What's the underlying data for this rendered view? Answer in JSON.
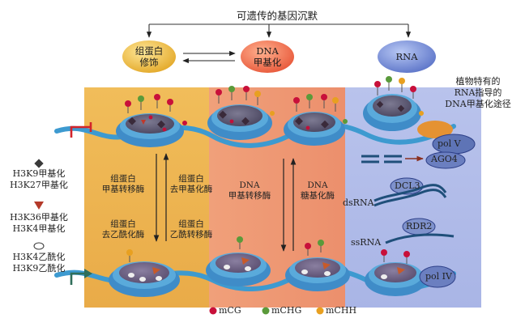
{
  "title": "可遗传的基因沉默",
  "nodes": {
    "histone": [
      "组蛋白",
      "修饰"
    ],
    "dna": [
      "DNA",
      "甲基化"
    ],
    "rna": "RNA"
  },
  "plant_note": [
    "植物特有的",
    "RNA指导的",
    "DNA甲基化途径"
  ],
  "left_legend": [
    [
      "H3K9甲基化",
      "H3K27甲基化"
    ],
    [
      "H3K36甲基化",
      "H3K4甲基化"
    ],
    [
      "H3K4乙酰化",
      "H3K9乙酰化"
    ]
  ],
  "histone_enzymes": {
    "methyl_transferase": [
      "组蛋白",
      "甲基转移酶"
    ],
    "demethylase": [
      "组蛋白",
      "去甲基化酶"
    ],
    "deacetylase": [
      "组蛋白",
      "去乙酰化酶"
    ],
    "acetyltransferase": [
      "组蛋白",
      "乙酰转移酶"
    ]
  },
  "dna_enzymes": {
    "methyltransferase": [
      "DNA",
      "甲基转移酶"
    ],
    "glycosylase": [
      "DNA",
      "糖基化酶"
    ]
  },
  "rna_components": {
    "pol_v": "pol V",
    "ago4": "AGO4",
    "dcl3": "DCL3",
    "dsrna": "dsRNA",
    "rdr2": "RDR2",
    "ssrna": "ssRNA",
    "pol_iv": "pol IV"
  },
  "methyl_legend": [
    {
      "label": "mCG",
      "color": "#c8103a"
    },
    {
      "label": "mCHG",
      "color": "#5a9a3a"
    },
    {
      "label": "mCHH",
      "color": "#e8a020"
    }
  ]
}
